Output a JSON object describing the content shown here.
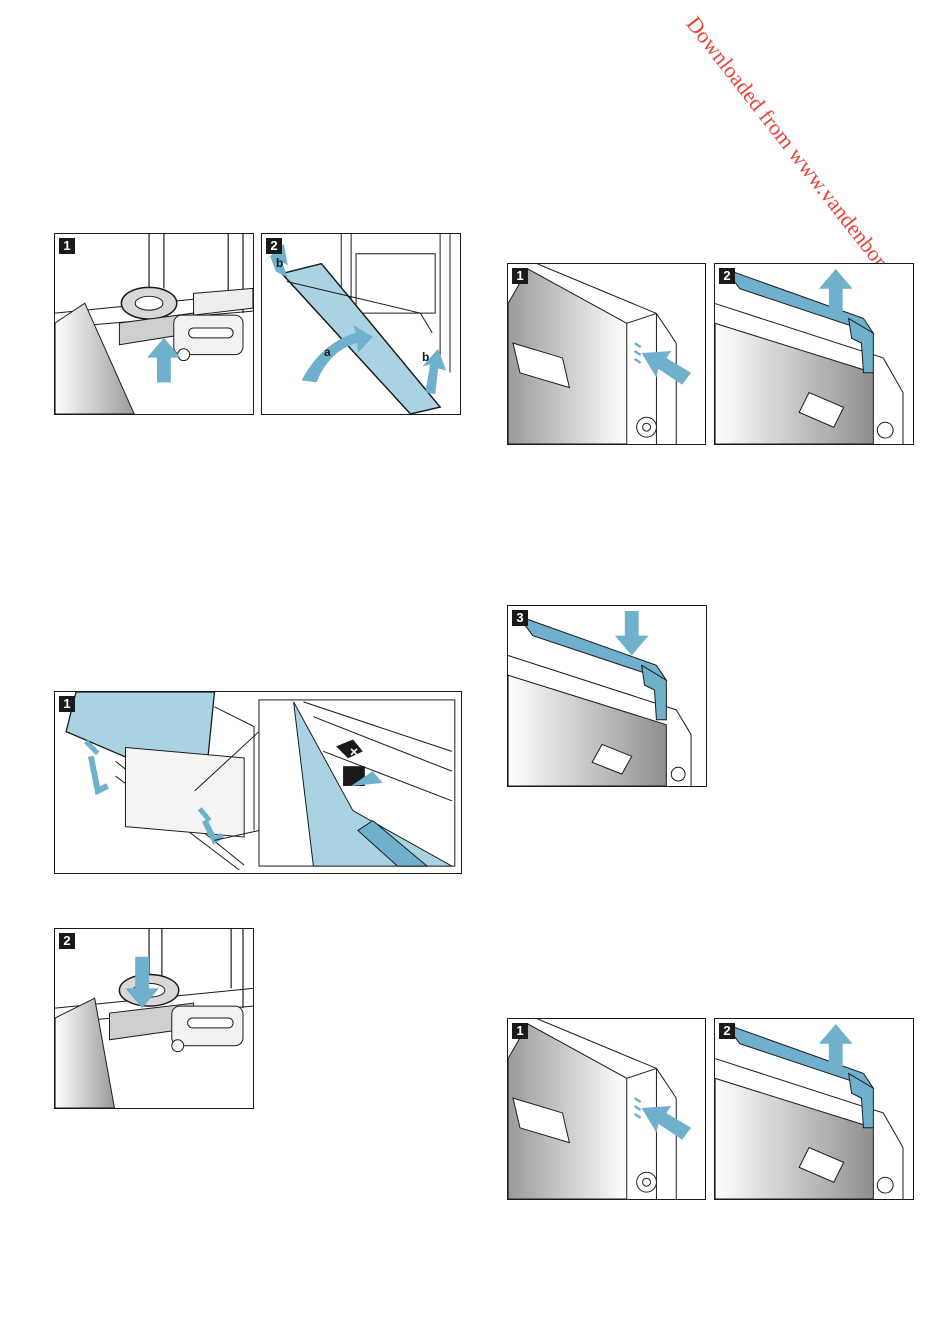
{
  "watermark": "Downloaded from www.vandenborre.be",
  "figures": {
    "hinge_unlock": {
      "step1": "1",
      "step2": "2",
      "label_a": "a",
      "label_b_left": "b",
      "label_b_right": "b"
    },
    "door_refit": {
      "step1": "1"
    },
    "hinge_lock": {
      "step2": "2"
    },
    "cover_remove": {
      "step1": "1",
      "step2": "2"
    },
    "cover_refit": {
      "step3": "3"
    },
    "cover_remove_again": {
      "step1": "1",
      "step2": "2"
    }
  },
  "colors": {
    "arrow": "#6fb0cc",
    "glass": "#a9d3e2",
    "line": "#1a1a1a",
    "steel": "#8a8a8a"
  }
}
